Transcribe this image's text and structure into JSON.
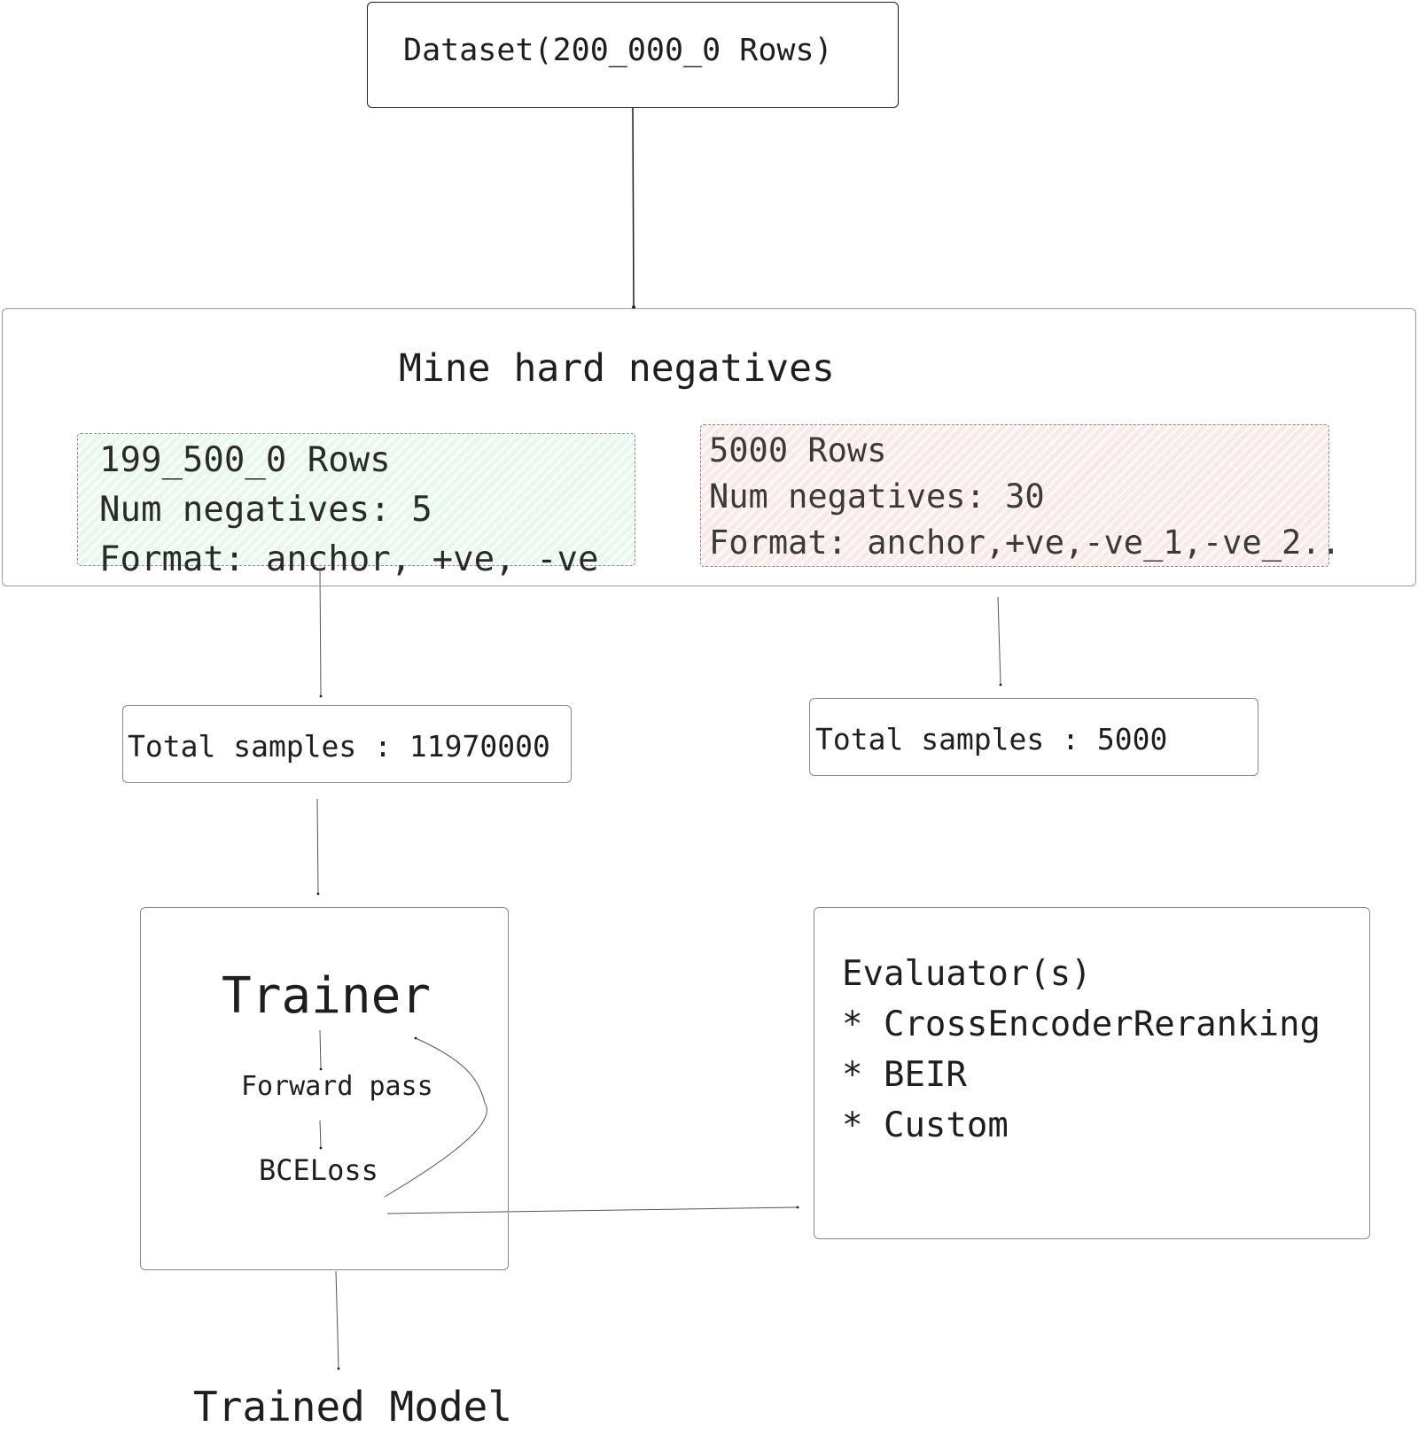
{
  "dataset": {
    "label": "Dataset(200_000_0 Rows)"
  },
  "mine": {
    "title": "Mine hard negatives",
    "train_split": {
      "lines": [
        "199_500_0 Rows",
        "Num negatives: 5",
        "Format: anchor, +ve, -ve"
      ],
      "fill": "#e9f8ee"
    },
    "eval_split": {
      "lines": [
        "5000 Rows",
        "Num negatives: 30",
        "Format: anchor,+ve,-ve_1,-ve_2.."
      ],
      "fill": "#fbe9e9"
    }
  },
  "train_total": {
    "label": "Total samples : 11970000"
  },
  "eval_total": {
    "label": "Total samples : 5000"
  },
  "trainer": {
    "title": "Trainer",
    "step_forward": "Forward pass",
    "step_loss": "BCELoss"
  },
  "evaluator": {
    "lines": [
      "Evaluator(s)",
      "* CrossEncoderReranking",
      "* BEIR",
      "* Custom"
    ]
  },
  "output": {
    "label": "Trained Model"
  },
  "colors": {
    "stroke": "#1e1e1e",
    "box_border": "#8a8a8a"
  }
}
